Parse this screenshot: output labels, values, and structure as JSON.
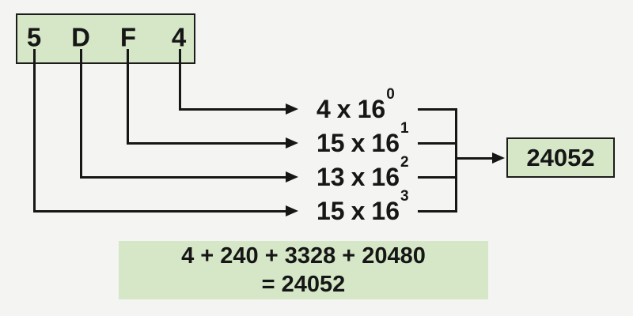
{
  "title": "hex-to-decimal-conversion-diagram",
  "colors": {
    "background": "#f4f4f2",
    "box_fill": "#d5e7c7",
    "line": "#161616"
  },
  "hex_box": {
    "digits": [
      "5",
      "D",
      "F",
      "4"
    ]
  },
  "multiply_symbol": "x",
  "expansion_rows": [
    {
      "coefficient": "4",
      "base": "16",
      "exponent": "0"
    },
    {
      "coefficient": "15",
      "base": "16",
      "exponent": "1"
    },
    {
      "coefficient": "13",
      "base": "16",
      "exponent": "2"
    },
    {
      "coefficient": "15",
      "base": "16",
      "exponent": "3"
    }
  ],
  "result_box": {
    "value": "24052"
  },
  "sum_box": {
    "line1": "4 + 240 + 3328 + 20480",
    "line2": "= 24052"
  }
}
